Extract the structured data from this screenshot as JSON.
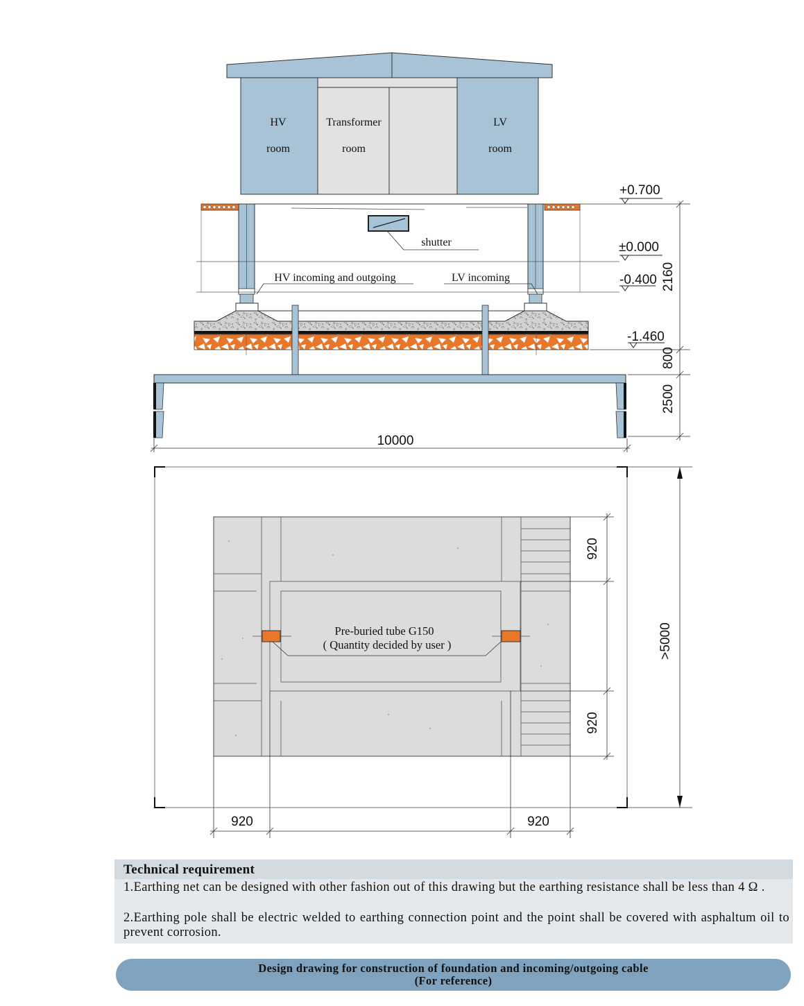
{
  "building": {
    "hv_room": [
      "HV",
      "room"
    ],
    "transformer_room": [
      "Transformer",
      "room"
    ],
    "lv_room": [
      "LV",
      "room"
    ]
  },
  "elevation": {
    "shutter_label": "shutter",
    "hv_cable_label": "HV incoming and outgoing",
    "lv_cable_label": "LV incoming",
    "levels": [
      "+0.700",
      "±0.000",
      "-0.400",
      "-1.460"
    ],
    "dims": {
      "height_total": "2160",
      "depth_800": "800",
      "depth_2500": "2500",
      "width": "10000"
    }
  },
  "plan": {
    "tube_label": "Pre-buried tube G150",
    "tube_note": "( Quantity decided by user )",
    "dims": {
      "right_top": "920",
      "right_bottom": "920",
      "bottom_left": "920",
      "bottom_right": "920",
      "overall": ">5000"
    }
  },
  "technical": {
    "title": "Technical requirement",
    "items": [
      "1.Earthing net can be designed with other fashion out of this drawing but the earthing resistance shall be less than 4 Ω .",
      "2.Earthing pole shall be electric welded to earthing connection point and the point shall be covered with asphaltum oil to prevent corrosion."
    ]
  },
  "banner": {
    "line1": "Design drawing for construction of foundation and incoming/outgoing cable",
    "line2": "(For reference)"
  },
  "colors": {
    "building_blue": "#a8c2d6",
    "transformer_gray": "#e2e2e2",
    "foundation_orange": "#e8772a",
    "plan_gray": "#dcdcdc",
    "banner_blue": "#7fa3be"
  }
}
